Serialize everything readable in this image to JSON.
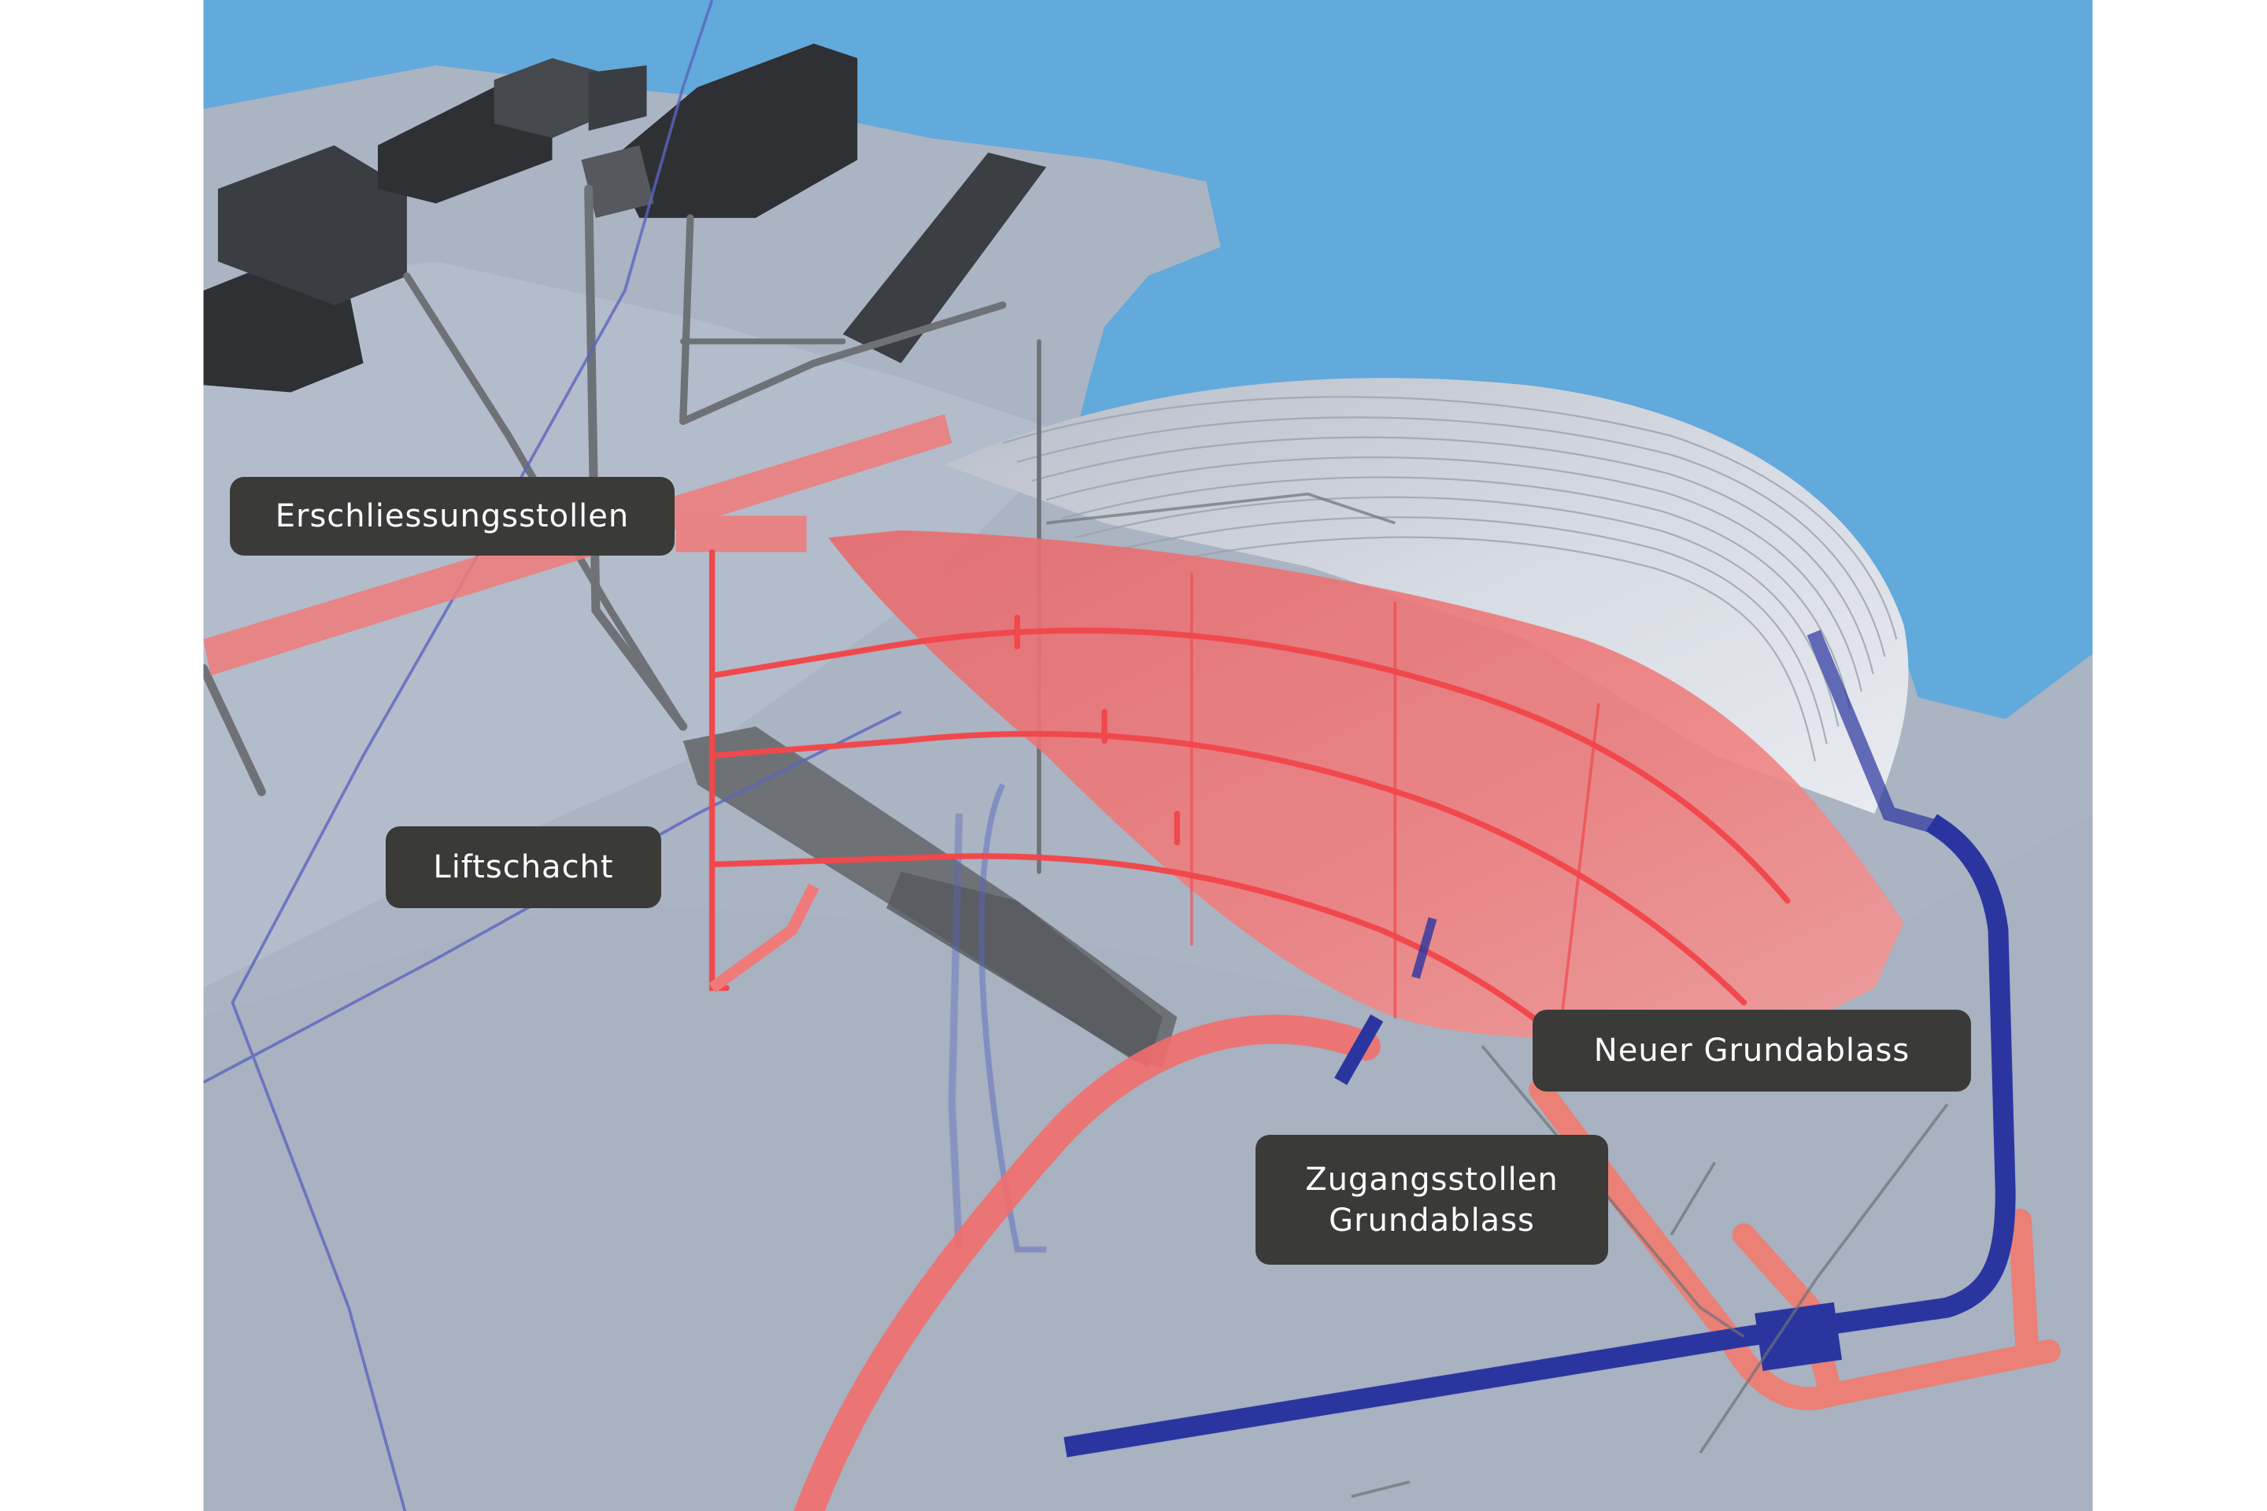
{
  "figure": {
    "type": "3d-cutaway-diagram",
    "subject": "Arch dam with access tunnels and outlet",
    "colors": {
      "sky": "#62a9dc",
      "terrain": "#aab4c2",
      "terrain_light": "#c4ccd8",
      "dam_existing": "#c9ced6",
      "dam_new_red": "#f07a7a",
      "tunnel_red": "#f26d6d",
      "pipe_blue": "#2b35a0",
      "line_blue": "#5a66c0",
      "structure_dark": "#2e3034",
      "structure_grey": "#6e7276",
      "label_bg": "#3a3a38",
      "label_text": "#ffffff"
    }
  },
  "labels": [
    {
      "id": "erschliessungsstollen",
      "lines": [
        "Erschliessungsstollen"
      ]
    },
    {
      "id": "liftschacht",
      "lines": [
        "Liftschacht"
      ]
    },
    {
      "id": "neuer-grundablass",
      "lines": [
        "Neuer Grundablass"
      ]
    },
    {
      "id": "zugangsstollen-grundablass",
      "lines": [
        "Zugangsstollen",
        "Grundablass"
      ]
    }
  ]
}
